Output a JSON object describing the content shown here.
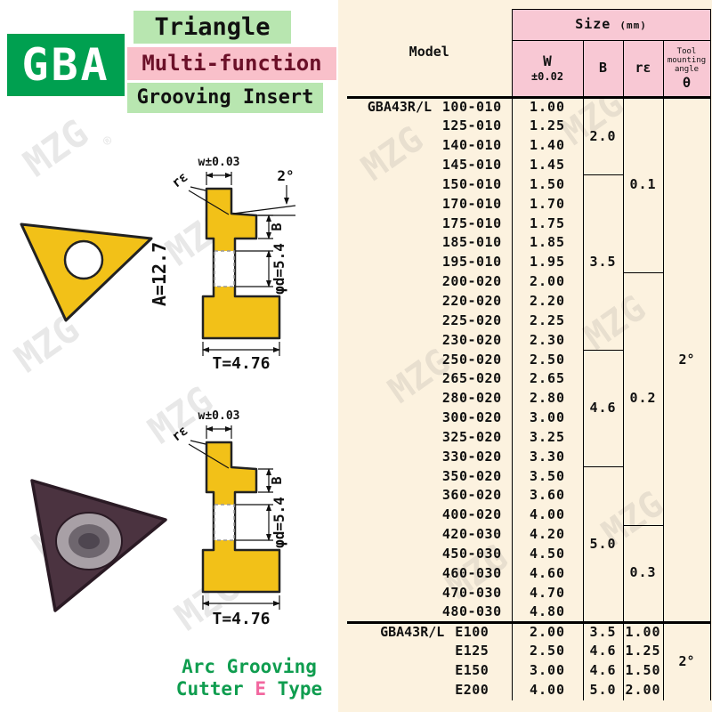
{
  "colors": {
    "brand_green": "#00A050",
    "label_green": "#B8E6B0",
    "label_pink": "#F9C0CA",
    "table_bg": "#FCF2DF",
    "header_pink": "#F8C8D4",
    "insert_gold": "#F2C118",
    "insert_dark": "#4B3340",
    "accent_pink_text": "#F2679F",
    "green_text": "#0F9D4F"
  },
  "brand": {
    "logo": "GBA",
    "labels": [
      "Triangle",
      "Multi-function",
      "Grooving Insert"
    ]
  },
  "watermark": {
    "text": "MZG",
    "reg": "®"
  },
  "drawing_top": {
    "a_label": "A=12.7",
    "w_label": "w±0.03",
    "re_label": "rε",
    "angle_label": "2°",
    "b_label": "B",
    "d_label": "φd=5.4",
    "t_label": "T=4.76"
  },
  "drawing_bottom": {
    "w_label": "w±0.03",
    "re_label": "rε",
    "b_label": "B",
    "d_label": "φd=5.4",
    "t_label": "T=4.76"
  },
  "footer": {
    "line1": "Arc Grooving",
    "line2_pre": "Cutter ",
    "line2_accent": "E",
    "line2_post": " Type"
  },
  "table": {
    "header": {
      "model": "Model",
      "size": "Size",
      "size_unit": "(mm)",
      "w": "W",
      "w_tol": "±0.02",
      "b": "B",
      "re": "rε",
      "theta_note": "Tool mounting angle",
      "theta_sym": "θ"
    },
    "series_label": "GBA43R/L",
    "rows": [
      {
        "model": "100-010",
        "w": "1.00"
      },
      {
        "model": "125-010",
        "w": "1.25"
      },
      {
        "model": "140-010",
        "w": "1.40"
      },
      {
        "model": "145-010",
        "w": "1.45"
      },
      {
        "model": "150-010",
        "w": "1.50"
      },
      {
        "model": "170-010",
        "w": "1.70"
      },
      {
        "model": "175-010",
        "w": "1.75"
      },
      {
        "model": "185-010",
        "w": "1.85"
      },
      {
        "model": "195-010",
        "w": "1.95"
      },
      {
        "model": "200-020",
        "w": "2.00"
      },
      {
        "model": "220-020",
        "w": "2.20"
      },
      {
        "model": "225-020",
        "w": "2.25"
      },
      {
        "model": "230-020",
        "w": "2.30"
      },
      {
        "model": "250-020",
        "w": "2.50"
      },
      {
        "model": "265-020",
        "w": "2.65"
      },
      {
        "model": "280-020",
        "w": "2.80"
      },
      {
        "model": "300-020",
        "w": "3.00"
      },
      {
        "model": "325-020",
        "w": "3.25"
      },
      {
        "model": "330-020",
        "w": "3.30"
      },
      {
        "model": "350-020",
        "w": "3.50"
      },
      {
        "model": "360-020",
        "w": "3.60"
      },
      {
        "model": "400-020",
        "w": "4.00"
      },
      {
        "model": "420-030",
        "w": "4.20"
      },
      {
        "model": "450-030",
        "w": "4.50"
      },
      {
        "model": "460-030",
        "w": "4.60"
      },
      {
        "model": "470-030",
        "w": "4.70"
      },
      {
        "model": "480-030",
        "w": "4.80"
      }
    ],
    "b_merged": [
      "2.0",
      "3.5",
      "4.6",
      "5.0"
    ],
    "re_merged": [
      "0.1",
      "0.2",
      "0.3"
    ],
    "theta": "2°",
    "e_section": {
      "series_label": "GBA43R/L",
      "rows": [
        {
          "model": "E100",
          "w": "2.00",
          "b": "3.5",
          "re": "1.00"
        },
        {
          "model": "E125",
          "w": "2.50",
          "b": "4.6",
          "re": "1.25"
        },
        {
          "model": "E150",
          "w": "3.00",
          "b": "4.6",
          "re": "1.50"
        },
        {
          "model": "E200",
          "w": "4.00",
          "b": "5.0",
          "re": "2.00"
        }
      ],
      "theta": "2°"
    }
  }
}
